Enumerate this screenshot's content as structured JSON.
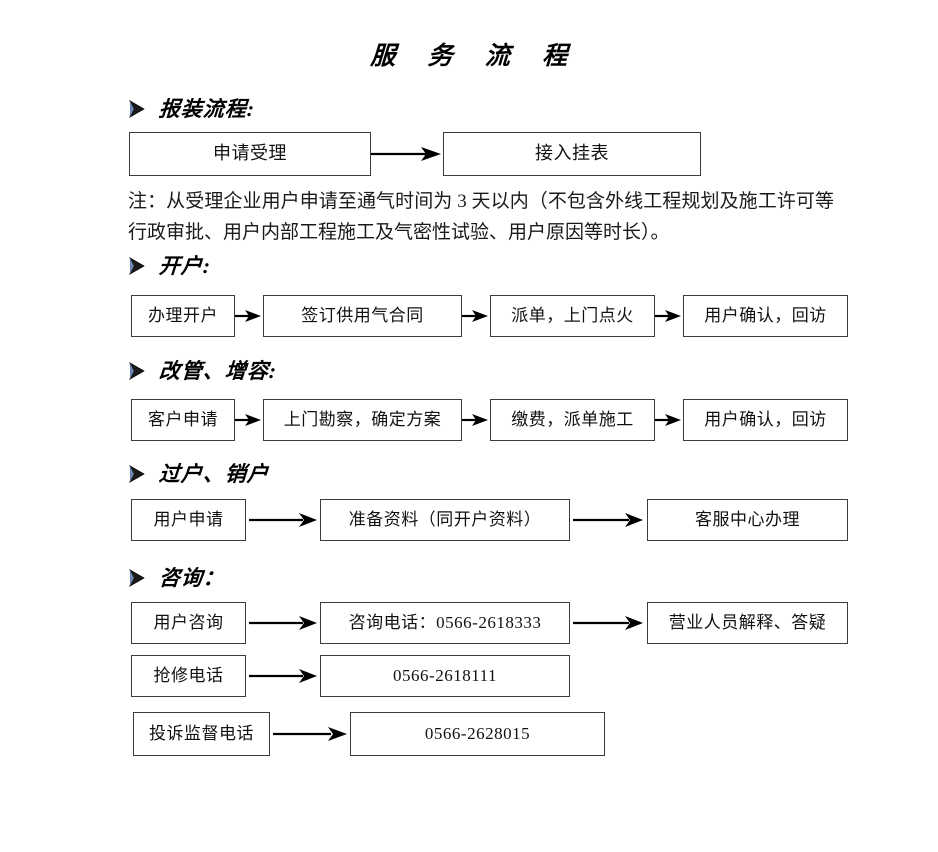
{
  "document": {
    "title": "服 务 流 程",
    "bullet_icon": "triangle-arrow-bullet-icon"
  },
  "sections": [
    {
      "id": "baozhuang",
      "heading": "报装流程:",
      "boxes": [
        "申请受理",
        "接入挂表"
      ],
      "note": "注：从受理企业用户申请至通气时间为 3 天以内（不包含外线工程规划及施工许可等行政审批、用户内部工程施工及气密性试验、用户原因等时长）。"
    },
    {
      "id": "kaihu",
      "heading": "开户:",
      "boxes": [
        "办理开户",
        "签订供用气合同",
        "派单，上门点火",
        "用户确认，回访"
      ]
    },
    {
      "id": "gaiguan",
      "heading": "改管、增容:",
      "boxes": [
        "客户申请",
        "上门勘察，确定方案",
        "缴费，派单施工",
        "用户确认，回访"
      ]
    },
    {
      "id": "guohu",
      "heading": "过户、销户",
      "boxes": [
        "用户申请",
        "准备资料（同开户资料）",
        "客服中心办理"
      ]
    },
    {
      "id": "zixun",
      "heading": "咨询：",
      "rows": [
        {
          "boxes": [
            "用户咨询",
            "咨询电话：0566-2618333",
            "营业人员解释、答疑"
          ]
        },
        {
          "boxes": [
            "抢修电话",
            "0566-2618111"
          ]
        },
        {
          "boxes": [
            "投诉监督电话",
            "0566-2628015"
          ]
        }
      ]
    }
  ],
  "phones": {
    "consult": "0566-2618333",
    "repair": "0566-2618111",
    "complaint": "0566-2628015"
  },
  "colors": {
    "border": "#3c3c3c",
    "text": "#111111",
    "page_background": "#ffffff"
  }
}
